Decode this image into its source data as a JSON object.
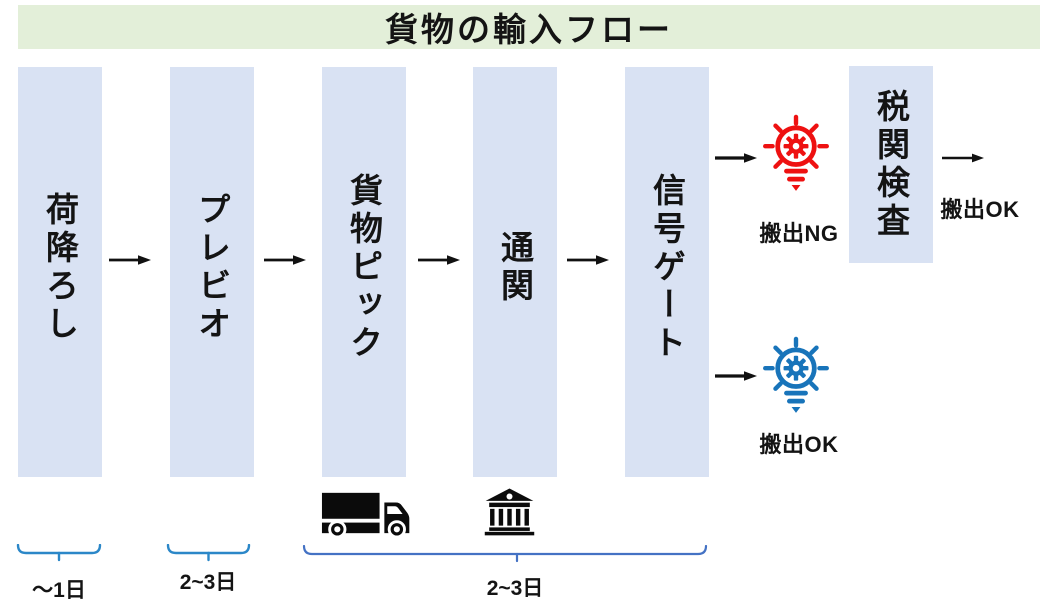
{
  "title": {
    "text": "貨物の輸入フロー"
  },
  "flow": {
    "steps": [
      {
        "label": "荷降ろし"
      },
      {
        "label": "プレビオ"
      },
      {
        "label": "貨物ピック"
      },
      {
        "label": "通関"
      },
      {
        "label": "信号ゲート"
      },
      {
        "label": "税関検査"
      }
    ]
  },
  "outcomes": {
    "ng": {
      "label": "搬出NG"
    },
    "ok_retry": {
      "label": "搬出OK"
    },
    "ok_final": {
      "label": "搬出OK"
    }
  },
  "durations": [
    {
      "label": "～1日"
    },
    {
      "label": "2~3日"
    },
    {
      "label": "2~3日"
    }
  ],
  "icons": {
    "ng_bulb": "alert-bulb-gear-icon",
    "ok_bulb": "idea-bulb-gear-icon",
    "transport": "truck-icon",
    "customs": "bank-building-icon"
  },
  "colors": {
    "title_bg": "#e3efd9",
    "stage_fill": "#d9e2f3",
    "ng_red": "#ee1111",
    "ok_blue": "#1874ba",
    "brace_blue": "#2b87c8",
    "brace_blue_muted": "#4472c4",
    "arrow_black": "#111111"
  }
}
